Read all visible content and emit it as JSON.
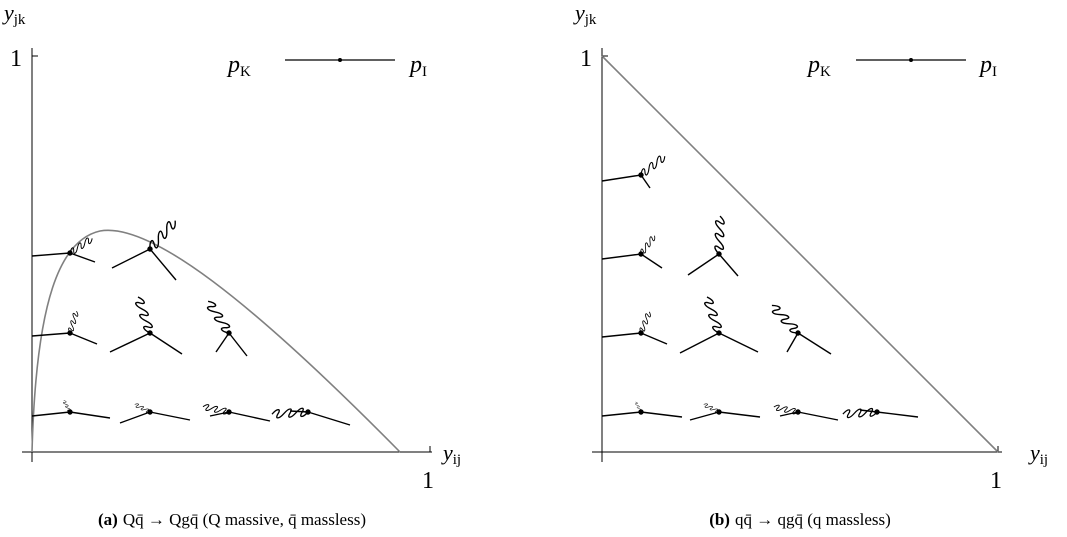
{
  "panels": [
    {
      "id": "a",
      "y_axis": "y",
      "y_axis_sub": "jk",
      "x_axis": "y",
      "x_axis_sub": "ij",
      "tick_x": "1",
      "tick_y": "1",
      "legend_left": "p",
      "legend_left_sub": "K",
      "legend_right": "p",
      "legend_right_sub": "I",
      "caption_label": "(a)",
      "caption_text": "Qq̄ → Qgq̄ (Q massive, q̄ massless)",
      "boundary": "curve"
    },
    {
      "id": "b",
      "y_axis": "y",
      "y_axis_sub": "jk",
      "x_axis": "y",
      "x_axis_sub": "ij",
      "tick_x": "1",
      "tick_y": "1",
      "legend_left": "p",
      "legend_left_sub": "K",
      "legend_right": "p",
      "legend_right_sub": "I",
      "caption_label": "(b)",
      "caption_text": "qq̄ → qgq̄ (q massless)",
      "boundary": "triangle"
    }
  ],
  "colors": {
    "axis": "#000000",
    "boundary": "#808080",
    "diagram": "#000000"
  },
  "icon": "feynman-vertex-diagram"
}
